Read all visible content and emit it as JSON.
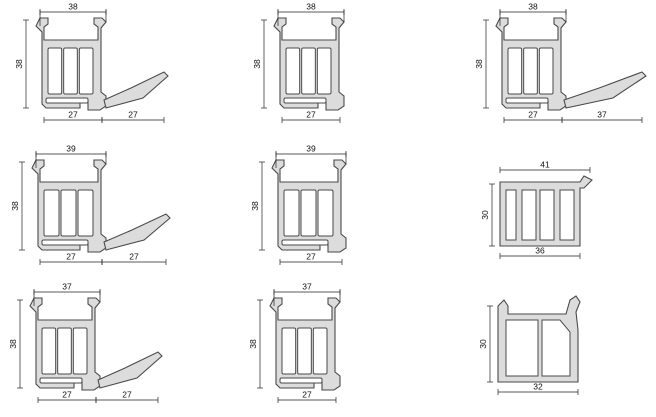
{
  "profiles": [
    {
      "type": "sill",
      "width": "38",
      "height": "38",
      "bottom_left": "27",
      "bottom_right": "27"
    },
    {
      "type": "frame",
      "width": "38",
      "height": "38",
      "bottom": "27"
    },
    {
      "type": "sill",
      "width": "38",
      "height": "38",
      "bottom_left": "27",
      "bottom_right": "37"
    },
    {
      "type": "sill",
      "width": "39",
      "height": "38",
      "bottom_left": "27",
      "bottom_right": "27"
    },
    {
      "type": "frame",
      "width": "39",
      "height": "38",
      "bottom": "27"
    },
    {
      "type": "sash",
      "width": "41",
      "height": "30",
      "bottom": "36"
    },
    {
      "type": "sill",
      "width": "37",
      "height": "38",
      "bottom_left": "27",
      "bottom_right": "27"
    },
    {
      "type": "frame",
      "width": "37",
      "height": "38",
      "bottom": "27"
    },
    {
      "type": "sash-bevel",
      "height": "30",
      "bottom": "32"
    }
  ]
}
